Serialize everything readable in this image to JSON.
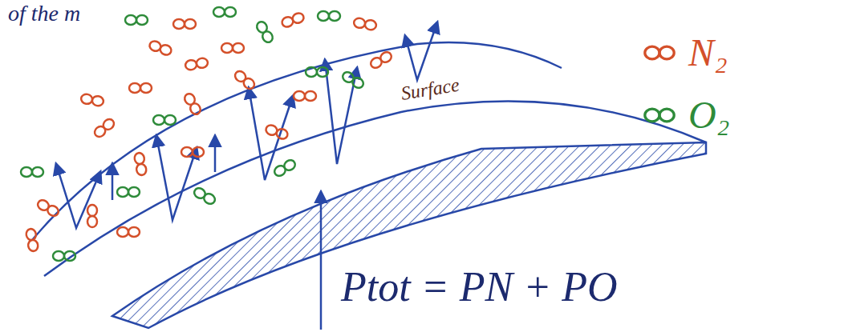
{
  "diagram": {
    "labels": [
      "of the m",
      "Surface",
      "Ptot = PN + PO"
    ],
    "legend": [
      {
        "text": "N₂",
        "color": "#d4502a"
      },
      {
        "text": "O₂",
        "color": "#2e8b3a"
      }
    ]
  }
}
